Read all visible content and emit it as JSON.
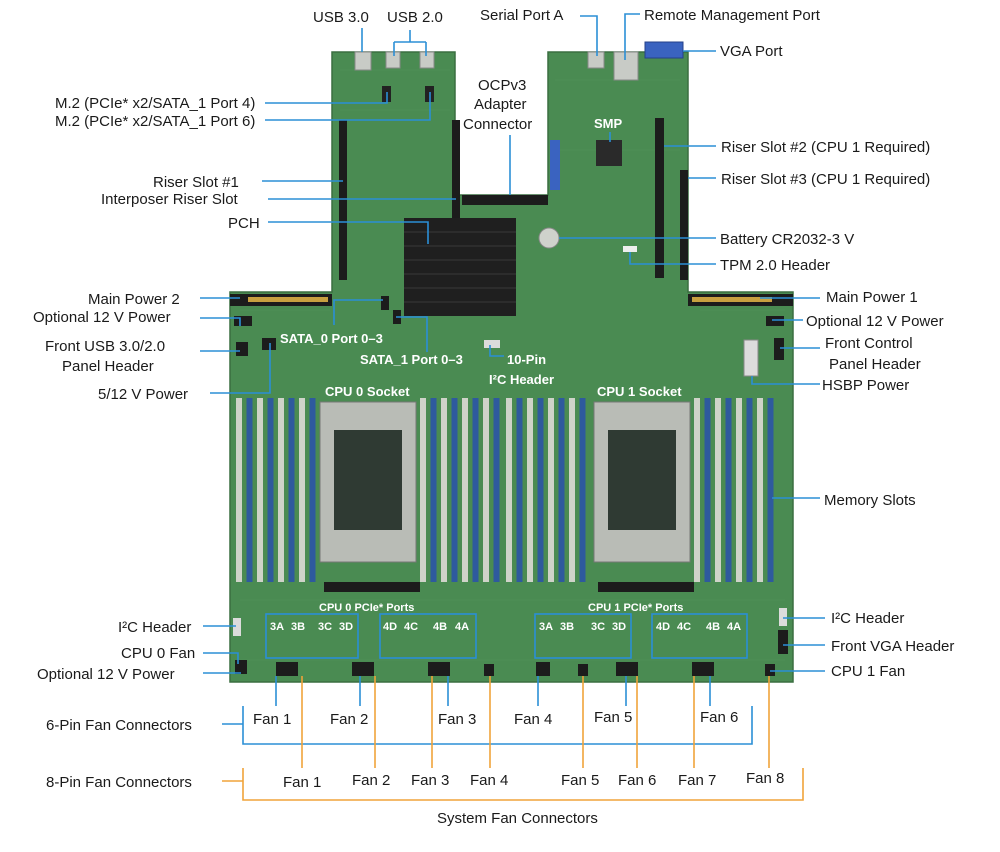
{
  "colors": {
    "board": "#4a8b52",
    "board_dark": "#3f7a47",
    "callout_blue": "#2b8fd6",
    "callout_orange": "#f0a33a",
    "dimm_blue": "#2e5a9e",
    "dimm_gray": "#cfd3c9"
  },
  "top": {
    "usb3": "USB 3.0",
    "usb2": "USB 2.0",
    "serial_port_a": "Serial Port A",
    "remote_mgmt": "Remote Management Port",
    "vga_port": "VGA Port",
    "m2_port4": "M.2 (PCIe* x2/SATA_1 Port 4)",
    "m2_port6": "M.2 (PCIe* x2/SATA_1 Port 6)",
    "ocp_line1": "OCPv3",
    "ocp_line2": "Adapter",
    "ocp_line3": "Connector",
    "smp": "SMP",
    "riser2": "Riser Slot #2 (CPU 1 Required)",
    "riser3": "Riser Slot #3 (CPU 1 Required)",
    "riser1": "Riser Slot #1",
    "interposer": "Interposer Riser Slot",
    "pch": "PCH",
    "battery": "Battery CR2032-3 V",
    "tpm": "TPM 2.0 Header"
  },
  "middle": {
    "main_power2": "Main Power 2",
    "opt12v_left": "Optional 12 V Power",
    "front_usb_line1": "Front USB 3.0/2.0",
    "front_usb_line2": "Panel Header",
    "power_512": "5/12 V Power",
    "main_power1": "Main Power 1",
    "opt12v_right": "Optional 12 V Power",
    "front_ctrl_line1": "Front Control",
    "front_ctrl_line2": "Panel Header",
    "hsbp": "HSBP Power",
    "sata0": "SATA_0 Port 0–3",
    "sata1": "SATA_1 Port 0–3",
    "i2c_10pin_line1": "10-Pin",
    "i2c_10pin_line2": "I²C Header",
    "cpu0_socket": "CPU 0 Socket",
    "cpu1_socket": "CPU 1 Socket",
    "memory_slots": "Memory Slots"
  },
  "pcie": {
    "cpu0_title": "CPU 0 PCIe* Ports",
    "cpu1_title": "CPU 1 PCIe* Ports",
    "cpu0_ports": [
      "3A",
      "3B",
      "3C",
      "3D",
      "4D",
      "4C",
      "4B",
      "4A"
    ],
    "cpu1_ports": [
      "3A",
      "3B",
      "3C",
      "3D",
      "4D",
      "4C",
      "4B",
      "4A"
    ]
  },
  "bottom": {
    "i2c_left": "I²C Header",
    "cpu0_fan": "CPU 0 Fan",
    "opt12v_bottom": "Optional 12 V Power",
    "i2c_right": "I²C Header",
    "front_vga": "Front VGA Header",
    "cpu1_fan": "CPU 1 Fan",
    "six_pin_title": "6-Pin Fan Connectors",
    "eight_pin_title": "8-Pin Fan Connectors",
    "six_pin_fans": [
      "Fan 1",
      "Fan 2",
      "Fan 3",
      "Fan 4",
      "Fan 5",
      "Fan 6"
    ],
    "eight_pin_fans": [
      "Fan 1",
      "Fan 2",
      "Fan 3",
      "Fan 4",
      "Fan 5",
      "Fan 6",
      "Fan 7",
      "Fan 8"
    ],
    "system_fan": "System Fan Connectors"
  }
}
